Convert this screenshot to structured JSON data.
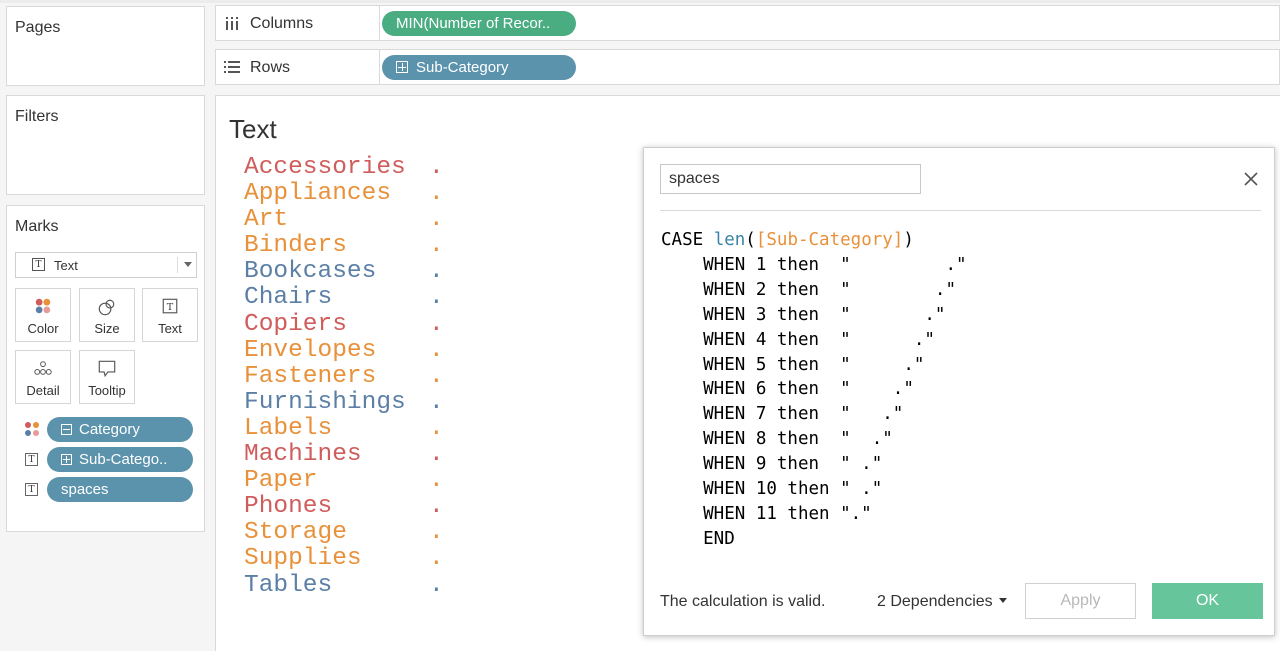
{
  "left_panel": {
    "pages_title": "Pages",
    "filters_title": "Filters",
    "marks_title": "Marks",
    "mark_type": "Text",
    "mark_buttons": [
      "Color",
      "Size",
      "Text",
      "Detail",
      "Tooltip"
    ],
    "pills": [
      {
        "label": "Category",
        "prefix": "minus",
        "icon": "color-icon"
      },
      {
        "label": "Sub-Catego..",
        "prefix": "plus",
        "icon": "text-icon"
      },
      {
        "label": "spaces",
        "prefix": "none",
        "icon": "text-icon"
      }
    ]
  },
  "shelves": {
    "columns": {
      "label": "Columns",
      "pill": "MIN(Number of Recor..",
      "pill_color": "#4aad82"
    },
    "rows": {
      "label": "Rows",
      "pill": "Sub-Category",
      "pill_color": "#5b93ad"
    }
  },
  "viz": {
    "title": "Text",
    "subcategories": [
      {
        "name": "Accessories",
        "color": "#d05c5c"
      },
      {
        "name": "Appliances",
        "color": "#e8913a"
      },
      {
        "name": "Art",
        "color": "#e8913a"
      },
      {
        "name": "Binders",
        "color": "#e8913a"
      },
      {
        "name": "Bookcases",
        "color": "#5b7fa6"
      },
      {
        "name": "Chairs",
        "color": "#5b7fa6"
      },
      {
        "name": "Copiers",
        "color": "#d05c5c"
      },
      {
        "name": "Envelopes",
        "color": "#e8913a"
      },
      {
        "name": "Fasteners",
        "color": "#e8913a"
      },
      {
        "name": "Furnishings",
        "color": "#5b7fa6"
      },
      {
        "name": "Labels",
        "color": "#e8913a"
      },
      {
        "name": "Machines",
        "color": "#d05c5c"
      },
      {
        "name": "Paper",
        "color": "#e8913a"
      },
      {
        "name": "Phones",
        "color": "#d05c5c"
      },
      {
        "name": "Storage",
        "color": "#e8913a"
      },
      {
        "name": "Supplies",
        "color": "#e8913a"
      },
      {
        "name": "Tables",
        "color": "#5b7fa6"
      }
    ],
    "dot": "."
  },
  "dialog": {
    "name_value": "spaces",
    "code_head": {
      "case": "CASE ",
      "fn": "len",
      "open": "(",
      "field": "[Sub-Category]",
      "close": ")"
    },
    "code_lines": [
      "    WHEN 1 then  \"         .\"",
      "    WHEN 2 then  \"        .\"",
      "    WHEN 3 then  \"       .\"",
      "    WHEN 4 then  \"      .\"",
      "    WHEN 5 then  \"     .\"",
      "    WHEN 6 then  \"    .\"",
      "    WHEN 7 then  \"   .\"",
      "    WHEN 8 then  \"  .\"",
      "    WHEN 9 then  \" .\"",
      "    WHEN 10 then \" .\"",
      "    WHEN 11 then \".\"",
      "    END"
    ],
    "status": "The calculation is valid.",
    "dependencies": "2 Dependencies",
    "apply_label": "Apply",
    "ok_label": "OK"
  }
}
